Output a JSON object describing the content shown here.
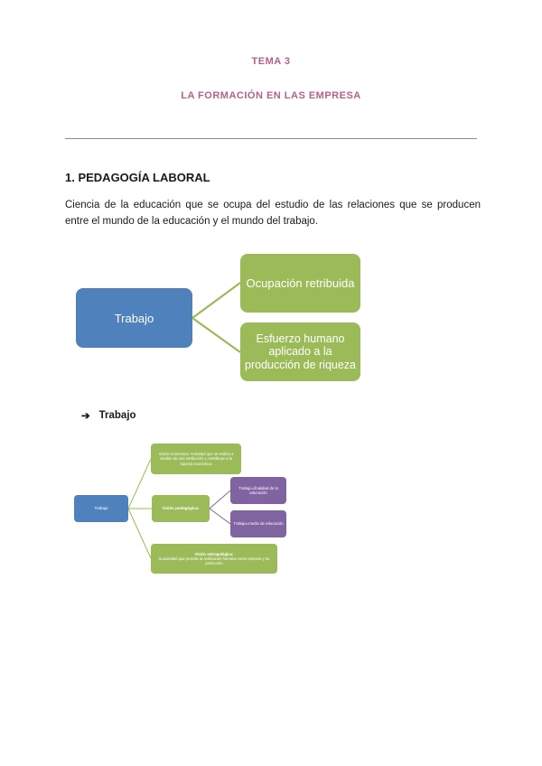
{
  "doc": {
    "title_line1": "TEMA 3",
    "title_line2": "LA FORMACIÓN EN LAS EMPRESA",
    "section_heading": "1. PEDAGOGÍA LABORAL",
    "paragraph": "Ciencia de la educación que se ocupa del estudio de las relaciones que se producen entre el mundo de la educación y el mundo del trabajo.",
    "bullet": {
      "arrow": "➔",
      "label": "Trabajo"
    }
  },
  "colors": {
    "accent_pink": "#B4608C",
    "node_blue": "#4F81BD",
    "node_green": "#9BBB59",
    "node_purple": "#8064A2"
  },
  "diagram1": {
    "root": "Trabajo",
    "branches": [
      "Ocupación retribuida",
      "Esfuerzo humano aplicado a la producción de riqueza"
    ]
  },
  "diagram2": {
    "root": "Trabajo",
    "branch_top": "Visión económica: Actividad que se realiza a cambio de una retribución y contribuye a la riqueza económica",
    "branch_middle": "Visión pedagógica:",
    "middle_children": [
      "Trabajo=finalidad de la educación",
      "Trabajo=medio de educación"
    ],
    "branch_bottom_title": "Visión antropológica:",
    "branch_bottom_body": "la actividad que permite la realización humana como persona y su perfección"
  }
}
